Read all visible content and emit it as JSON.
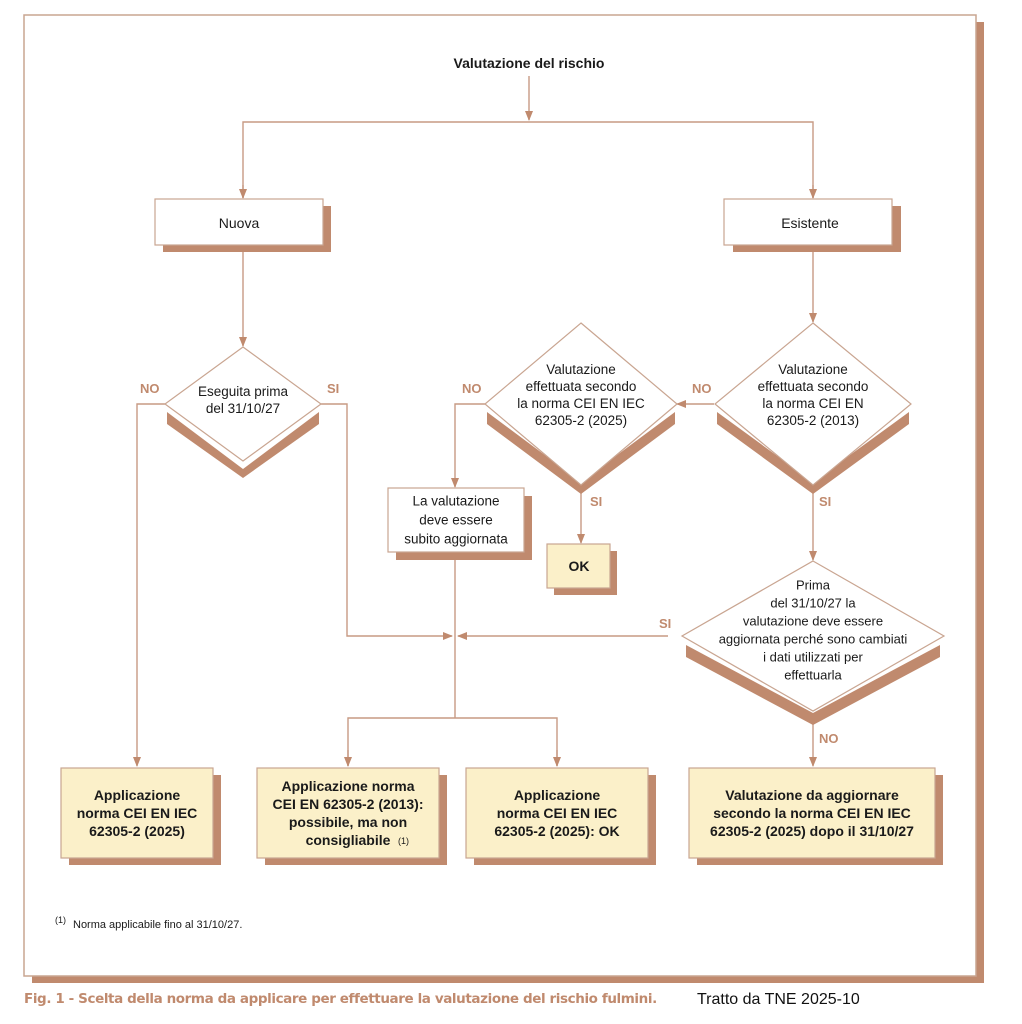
{
  "diagram": {
    "title": "Valutazione del rischio",
    "nodes": {
      "nuova": {
        "type": "process",
        "lines": [
          "Nuova"
        ]
      },
      "esistente": {
        "type": "process",
        "lines": [
          "Esistente"
        ]
      },
      "eseguita_prima": {
        "type": "decision",
        "lines": [
          "Eseguita prima",
          "del 31/10/27"
        ]
      },
      "valutazione_2025": {
        "type": "decision",
        "lines": [
          "Valutazione",
          "effettuata secondo",
          "la norma CEI EN IEC",
          "62305-2 (2025)"
        ]
      },
      "valutazione_2013": {
        "type": "decision",
        "lines": [
          "Valutazione",
          "effettuata secondo",
          "la norma CEI EN",
          "62305-2 (2013)"
        ]
      },
      "subito_aggiornata": {
        "type": "process",
        "lines": [
          "La valutazione",
          "deve essere",
          "subito aggiornata"
        ]
      },
      "ok": {
        "type": "terminal",
        "lines": [
          "OK"
        ]
      },
      "prima_aggiornata": {
        "type": "decision",
        "lines": [
          "Prima",
          "del 31/10/27 la",
          "valutazione deve essere",
          "aggiornata perché sono cambiati",
          "i dati utilizzati per",
          "effettuarla"
        ]
      },
      "applicazione_2025": {
        "type": "terminal",
        "lines": [
          "Applicazione",
          "norma CEI EN IEC",
          "62305-2 (2025)"
        ]
      },
      "applicazione_2013": {
        "type": "terminal",
        "lines": [
          "Applicazione norma",
          "CEI EN 62305-2 (2013):",
          "possibile, ma non",
          "consigliabile"
        ],
        "footnote_ref": "(1)"
      },
      "applicazione_2025_ok": {
        "type": "terminal",
        "lines": [
          "Applicazione",
          "norma CEI EN IEC",
          "62305-2 (2025): OK"
        ]
      },
      "da_aggiornare": {
        "type": "terminal",
        "lines": [
          "Valutazione da aggiornare",
          "secondo la norma CEI EN IEC",
          "62305-2 (2025) dopo il 31/10/27"
        ]
      }
    },
    "edge_labels": {
      "eseguita_no": "NO",
      "eseguita_si": "SI",
      "val2025_no": "NO",
      "val2025_si": "SI",
      "val2013_no": "NO",
      "val2013_si": "SI",
      "prima_si": "SI",
      "prima_no": "NO"
    },
    "footnote": {
      "marker": "(1)",
      "text": "Norma applicabile fino al 31/10/27."
    }
  },
  "caption": "Fig. 1 - Scelta della norma da applicare per effettuare la valutazione del rischio fulmini.",
  "source": "Tratto da TNE 2025-10",
  "colors": {
    "accent": "#c08a6e",
    "line": "#c79a84",
    "terminal_fill": "#fbf0c9",
    "text": "#1a1a1a"
  }
}
